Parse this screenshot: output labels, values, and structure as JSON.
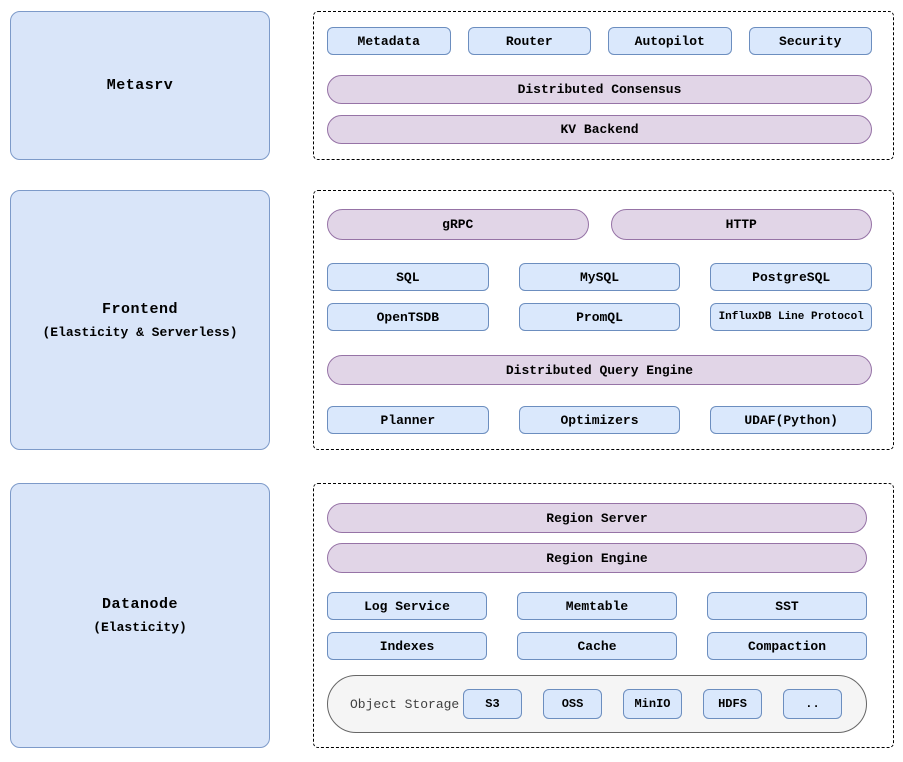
{
  "palette": {
    "box_fill": "#dae8fc",
    "box_border": "#6c8ebf",
    "pill_fill": "#e1d5e7",
    "pill_border": "#9673a6",
    "node_fill": "#d9e5f9",
    "node_border": "#7d9ac9",
    "storage_fill": "#f5f5f5",
    "storage_border": "#666666",
    "dashed_border": "#000000"
  },
  "sections": [
    {
      "title": "Metasrv",
      "boxes_row": [
        "Metadata",
        "Router",
        "Autopilot",
        "Security"
      ],
      "pills": [
        "Distributed Consensus",
        "KV Backend"
      ]
    },
    {
      "title": "Frontend",
      "subtitle": "(Elasticity & Serverless)",
      "pills_row": [
        "gRPC",
        "HTTP"
      ],
      "boxes_row1": [
        "SQL",
        "MySQL",
        "PostgreSQL"
      ],
      "boxes_row2": [
        "OpenTSDB",
        "PromQL",
        "InfluxDB Line Protocol"
      ],
      "pill": "Distributed Query Engine",
      "boxes_row3": [
        "Planner",
        "Optimizers",
        "UDAF(Python)"
      ]
    },
    {
      "title": "Datanode",
      "subtitle": "(Elasticity)",
      "pills": [
        "Region Server",
        "Region Engine"
      ],
      "boxes_row1": [
        "Log Service",
        "Memtable",
        "SST"
      ],
      "boxes_row2": [
        "Indexes",
        "Cache",
        "Compaction"
      ],
      "storage": {
        "label": "Object Storage",
        "items": [
          "S3",
          "OSS",
          "MinIO",
          "HDFS",
          ".."
        ]
      }
    }
  ]
}
